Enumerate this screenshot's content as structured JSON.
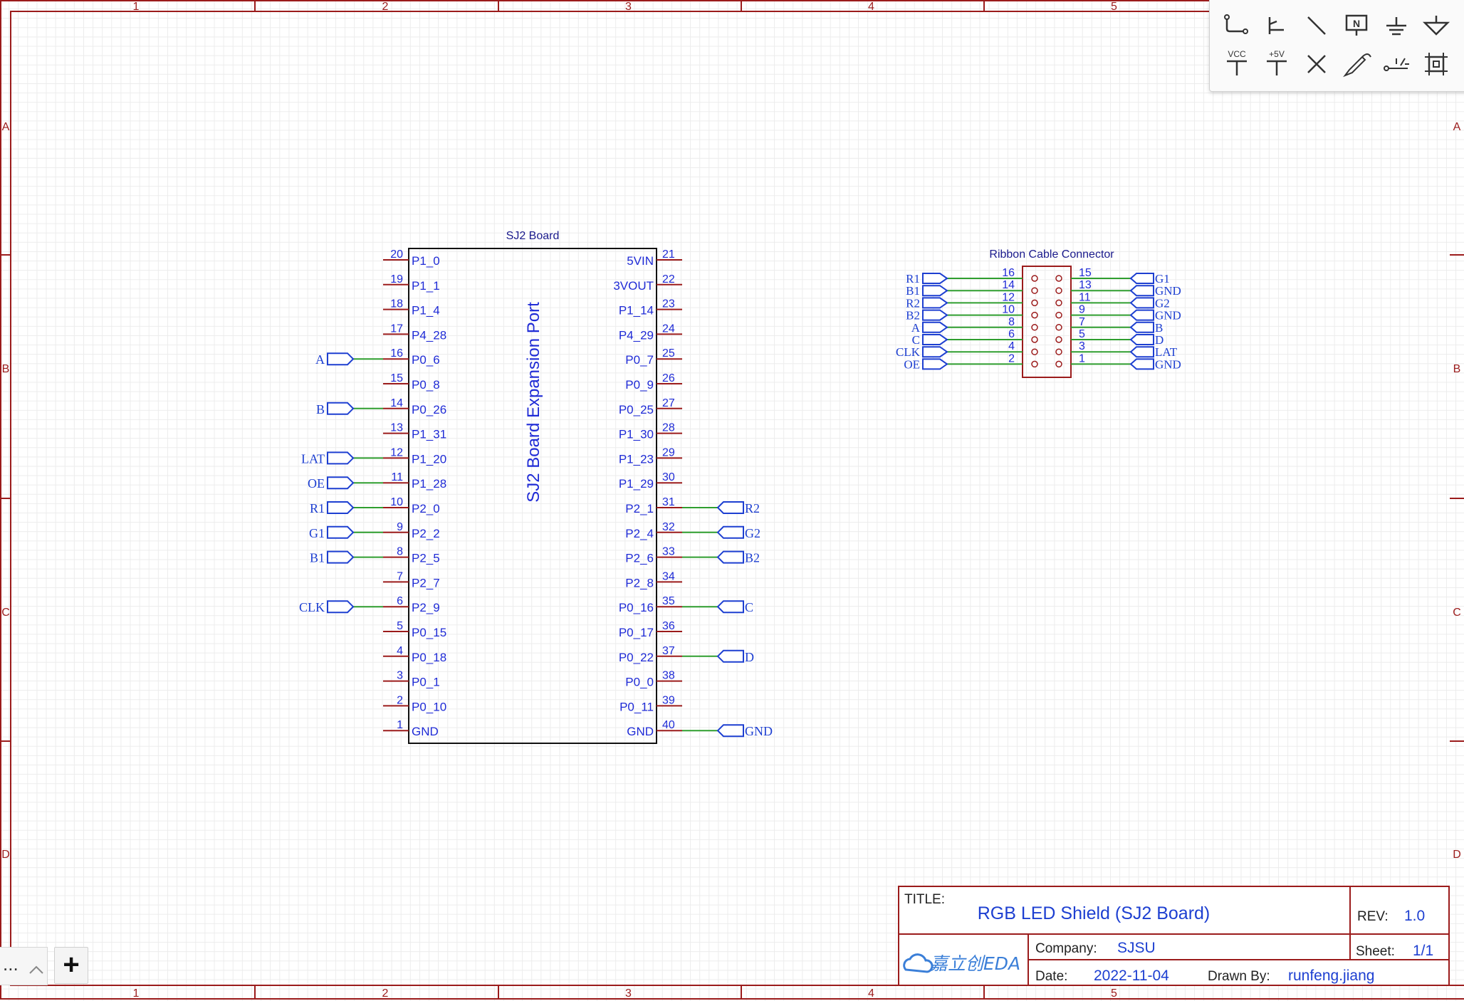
{
  "frame": {
    "col_labels": [
      "1",
      "2",
      "3",
      "4",
      "5"
    ],
    "row_labels": [
      "A",
      "B",
      "C",
      "D"
    ]
  },
  "sj2": {
    "title": "SJ2 Board",
    "center_text": "SJ2 Board Expansion Port",
    "left_pins": [
      {
        "num": "20",
        "name": "P1_0",
        "net": ""
      },
      {
        "num": "19",
        "name": "P1_1",
        "net": ""
      },
      {
        "num": "18",
        "name": "P1_4",
        "net": ""
      },
      {
        "num": "17",
        "name": "P4_28",
        "net": ""
      },
      {
        "num": "16",
        "name": "P0_6",
        "net": "A"
      },
      {
        "num": "15",
        "name": "P0_8",
        "net": ""
      },
      {
        "num": "14",
        "name": "P0_26",
        "net": "B"
      },
      {
        "num": "13",
        "name": "P1_31",
        "net": ""
      },
      {
        "num": "12",
        "name": "P1_20",
        "net": "LAT"
      },
      {
        "num": "11",
        "name": "P1_28",
        "net": "OE"
      },
      {
        "num": "10",
        "name": "P2_0",
        "net": "R1"
      },
      {
        "num": "9",
        "name": "P2_2",
        "net": "G1"
      },
      {
        "num": "8",
        "name": "P2_5",
        "net": "B1"
      },
      {
        "num": "7",
        "name": "P2_7",
        "net": ""
      },
      {
        "num": "6",
        "name": "P2_9",
        "net": "CLK"
      },
      {
        "num": "5",
        "name": "P0_15",
        "net": ""
      },
      {
        "num": "4",
        "name": "P0_18",
        "net": ""
      },
      {
        "num": "3",
        "name": "P0_1",
        "net": ""
      },
      {
        "num": "2",
        "name": "P0_10",
        "net": ""
      },
      {
        "num": "1",
        "name": "GND",
        "net": ""
      }
    ],
    "right_pins": [
      {
        "num": "21",
        "name": "5VIN",
        "net": ""
      },
      {
        "num": "22",
        "name": "3VOUT",
        "net": ""
      },
      {
        "num": "23",
        "name": "P1_14",
        "net": ""
      },
      {
        "num": "24",
        "name": "P4_29",
        "net": ""
      },
      {
        "num": "25",
        "name": "P0_7",
        "net": ""
      },
      {
        "num": "26",
        "name": "P0_9",
        "net": ""
      },
      {
        "num": "27",
        "name": "P0_25",
        "net": ""
      },
      {
        "num": "28",
        "name": "P1_30",
        "net": ""
      },
      {
        "num": "29",
        "name": "P1_23",
        "net": ""
      },
      {
        "num": "30",
        "name": "P1_29",
        "net": ""
      },
      {
        "num": "31",
        "name": "P2_1",
        "net": "R2"
      },
      {
        "num": "32",
        "name": "P2_4",
        "net": "G2"
      },
      {
        "num": "33",
        "name": "P2_6",
        "net": "B2"
      },
      {
        "num": "34",
        "name": "P2_8",
        "net": ""
      },
      {
        "num": "35",
        "name": "P0_16",
        "net": "C"
      },
      {
        "num": "36",
        "name": "P0_17",
        "net": ""
      },
      {
        "num": "37",
        "name": "P0_22",
        "net": "D"
      },
      {
        "num": "38",
        "name": "P0_0",
        "net": ""
      },
      {
        "num": "39",
        "name": "P0_11",
        "net": ""
      },
      {
        "num": "40",
        "name": "GND",
        "net": "GND"
      }
    ]
  },
  "ribbon": {
    "title": "Ribbon Cable Connector",
    "rows": [
      {
        "lnet": "R1",
        "lnum": "16",
        "rnum": "15",
        "rnet": "G1"
      },
      {
        "lnet": "B1",
        "lnum": "14",
        "rnum": "13",
        "rnet": "GND"
      },
      {
        "lnet": "R2",
        "lnum": "12",
        "rnum": "11",
        "rnet": "G2"
      },
      {
        "lnet": "B2",
        "lnum": "10",
        "rnum": "9",
        "rnet": "GND"
      },
      {
        "lnet": "A",
        "lnum": "8",
        "rnum": "7",
        "rnet": "B"
      },
      {
        "lnet": "C",
        "lnum": "6",
        "rnum": "5",
        "rnet": "D"
      },
      {
        "lnet": "CLK",
        "lnum": "4",
        "rnum": "3",
        "rnet": "LAT"
      },
      {
        "lnet": "OE",
        "lnum": "2",
        "rnum": "1",
        "rnet": "GND"
      }
    ]
  },
  "title_block": {
    "title_label": "TITLE:",
    "title_value": "RGB LED Shield (SJ2 Board)",
    "rev_label": "REV:",
    "rev_value": "1.0",
    "company_label": "Company:",
    "company_value": "SJSU",
    "sheet_label": "Sheet:",
    "sheet_value": "1/1",
    "date_label": "Date:",
    "date_value": "2022-11-04",
    "drawn_label": "Drawn By:",
    "drawn_value": "runfeng.jiang",
    "logo_text": "嘉立创EDA"
  },
  "toolbar": {
    "tools": [
      "wire-tool",
      "bus-tool",
      "line-tool",
      "net-label-tool",
      "ground-tool",
      "ground-triangle-tool",
      "vcc-tool",
      "plus5v-tool",
      "no-connect-tool",
      "probe-tool",
      "bus-entry-tool",
      "select-box-tool"
    ],
    "vcc_text": "VCC",
    "p5v_text": "+5V",
    "net_text": "N"
  },
  "bottombar": {
    "dots": "...",
    "up_glyph": "^",
    "add_label": "+"
  },
  "colors": {
    "frame": "#9b1b1b",
    "pin_text": "#1f2bd6",
    "wire": "#2f9e2f",
    "body": "#111111",
    "label_blue": "#1d3fd1"
  }
}
